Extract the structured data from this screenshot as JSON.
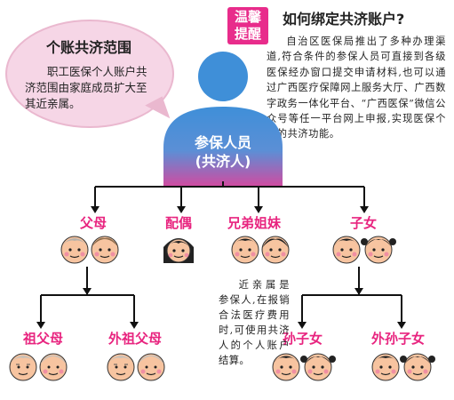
{
  "bubble": {
    "title": "个账共济范围",
    "body": "职工医保个人账户共济范围由家庭成员扩大至其近亲属。"
  },
  "tip": {
    "tag_line1": "温馨",
    "tag_line2": "提醒",
    "title": "如何绑定共济账户?",
    "body": "自治区医保局推出了多种办理渠道,符合条件的参保人员可直接到各级医保经办窗口提交申请材料,也可以通过广西医疗保障网上服务大厅、广西数字政务一体化平台、“广西医保”微信公众号等任一平台网上申报,实现医保个账的共济功能。"
  },
  "center": {
    "line1": "参保人员",
    "line2": "(共济人)"
  },
  "relatives": {
    "parents": "父母",
    "spouse": "配偶",
    "siblings": "兄弟姐妹",
    "children": "子女",
    "grandparents_paternal": "祖父母",
    "grandparents_maternal": "外祖父母",
    "grandchildren_son": "孙子女",
    "grandchildren_daughter": "外孙子女"
  },
  "note": "近亲属是参保人,在报销合法医疗费用时,可使用共济人的个人账户结算。",
  "colors": {
    "accent_pink": "#e8247f",
    "bubble_fill": "#f6d6e6",
    "person_blue": "#3f8fd8",
    "person_pink": "#d24aa0",
    "face_skin": "#f7c4a0",
    "cheek": "#f08fa3"
  }
}
